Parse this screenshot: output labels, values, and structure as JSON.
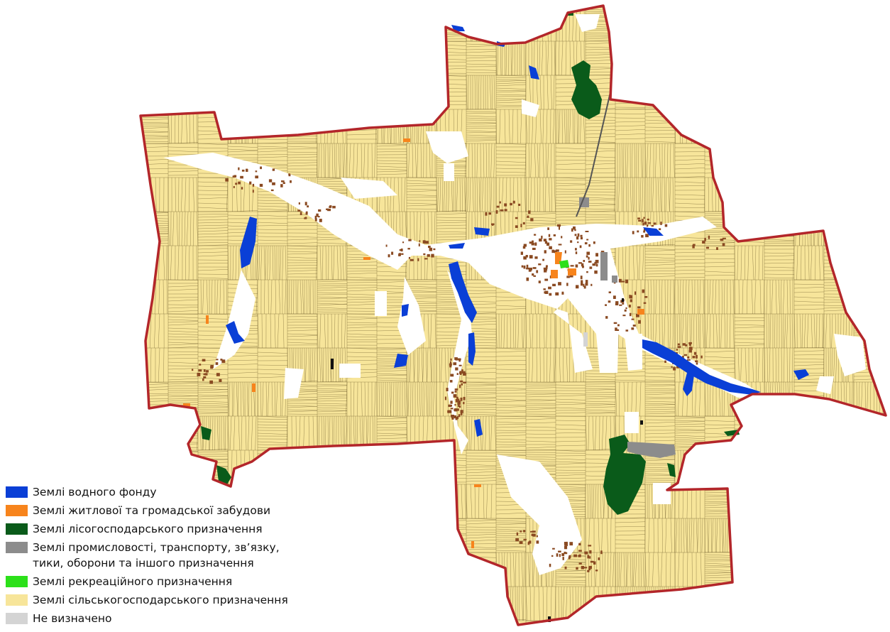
{
  "colors": {
    "background": "#ffffff",
    "boundary": "#b3262a",
    "agriculture": "#f7e59a",
    "parcel_line": "#6b5a2a",
    "water": "#0a3fd6",
    "residential": "#f7841c",
    "forest": "#0a5b1a",
    "industrial": "#8c8c8c",
    "recreation": "#2ce01a",
    "undefined": "#d4d4d4",
    "settlement": "#8a4a22"
  },
  "legend": {
    "items": [
      {
        "label": "Землі водного фонду",
        "color": "#0a3fd6"
      },
      {
        "label": "Землі житлової та громадської забудови",
        "color": "#f7841c"
      },
      {
        "label": "Землі лісогосподарського призначення",
        "color": "#0a5b1a"
      },
      {
        "label": "Землі промисловості, транспорту, зв’язку,\nтики, оборони та іншого призначення",
        "color": "#8c8c8c"
      },
      {
        "label": "Землі рекреаційного призначення",
        "color": "#2ce01a"
      },
      {
        "label": "Землі сільськогосподарського призначення",
        "color": "#f7e59a"
      },
      {
        "label": "Не визначено",
        "color": "#d4d4d4"
      }
    ]
  }
}
